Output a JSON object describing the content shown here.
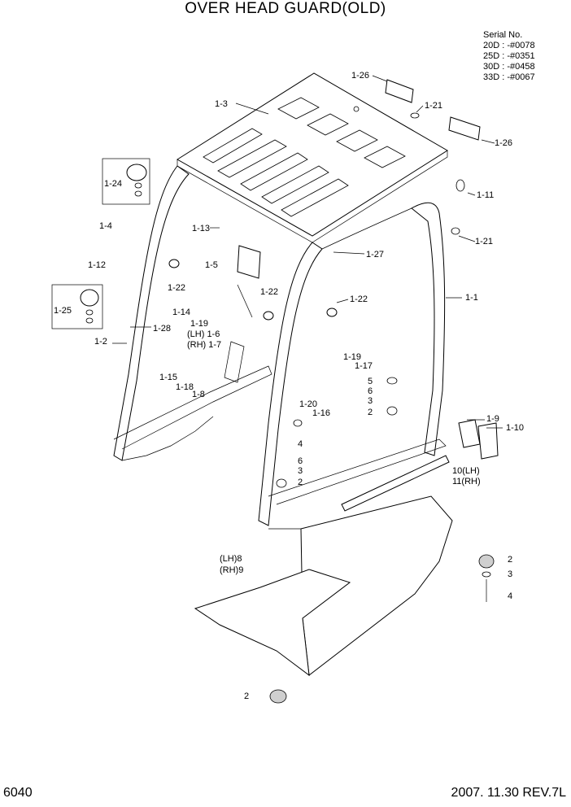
{
  "title": "OVER HEAD GUARD(OLD)",
  "serial": {
    "heading": "Serial No.",
    "lines": [
      "20D : -#0078",
      "25D : -#0351",
      "30D : -#0458",
      "33D : -#0067"
    ]
  },
  "footer": {
    "page": "6040",
    "date_rev": "2007. 11.30  REV.7L"
  },
  "labels": {
    "p1_26a": "1-26",
    "p1_3": "1-3",
    "p1_21a": "1-21",
    "p1_26b": "1-26",
    "p1_24": "1-24",
    "p1_11": "1-11",
    "p1_4": "1-4",
    "p1_13": "1-13",
    "p1_21b": "1-21",
    "p1_12": "1-12",
    "p1_5": "1-5",
    "p1_27": "1-27",
    "p1_22a": "1-22",
    "p1_22b": "1-22",
    "p1_22c": "1-22",
    "p1_1": "1-1",
    "p1_25": "1-25",
    "p1_14": "1-14",
    "p1_19a": "1-19",
    "p1_28": "1-28",
    "p1_6": "(LH) 1-6",
    "p1_7": "(RH) 1-7",
    "p1_2": "1-2",
    "p1_19b": "1-19",
    "p1_17": "1-17",
    "p1_15": "1-15",
    "p1_18": "1-18",
    "p5a": "5",
    "p6a": "6",
    "p3a": "3",
    "p2a": "2",
    "p1_8": "1-8",
    "p1_20": "1-20",
    "p1_16": "1-16",
    "p1_9": "1-9",
    "p1_10": "1-10",
    "p4a": "4",
    "p6b": "6",
    "p3b": "3",
    "p2b": "2",
    "p10": "10(LH)",
    "p11": "11(RH)",
    "p8": "(LH)8",
    "p9": "(RH)9",
    "p2c": "2",
    "p3c": "3",
    "p4b": "4",
    "p2d": "2"
  }
}
